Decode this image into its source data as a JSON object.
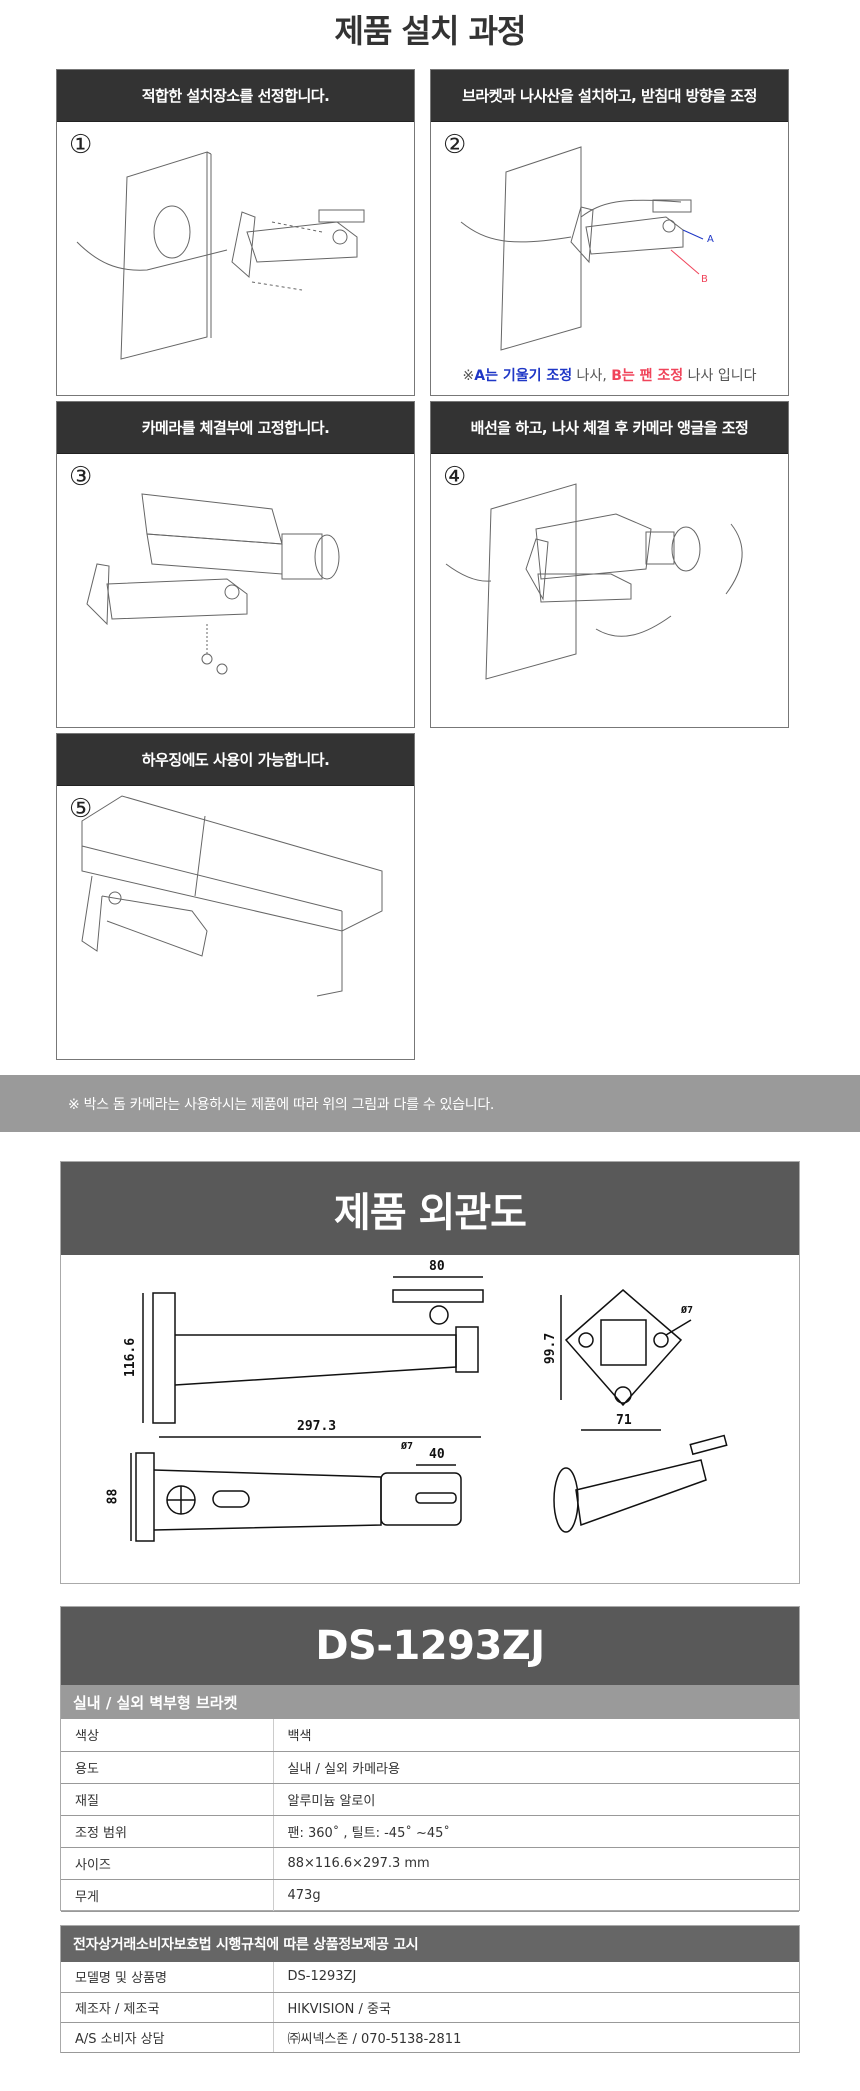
{
  "page_title": "제품 설치 과정",
  "steps": [
    {
      "number": "①",
      "title": "적합한 설치장소를 선정합니다."
    },
    {
      "number": "②",
      "title": "브라켓과 나사산을 설치하고, 받침대 방향을 조정",
      "note": {
        "prefix": "※",
        "a_part": "A는 기울기 조정",
        "mid": " 나사, ",
        "b_part": "B는 팬 조정",
        "suffix": " 나사 입니다"
      },
      "labels": {
        "a": "A",
        "b": "B"
      }
    },
    {
      "number": "③",
      "title": "카메라를 체결부에 고정합니다."
    },
    {
      "number": "④",
      "title": "배선을 하고, 나사 체결 후 카메라 앵글을 조정"
    },
    {
      "number": "⑤",
      "title": "하우징에도 사용이 가능합니다."
    }
  ],
  "notice_band": "※ 박스 돔 카메라는 사용하시는 제품에 따라 위의 그림과 다를 수 있습니다.",
  "exterior": {
    "title": "제품 외관도",
    "dimensions": {
      "side_height": "116.6",
      "side_length": "297.3",
      "mount_width": "80",
      "front_height": "99.7",
      "front_width": "71",
      "front_hole": "Ø7",
      "top_width": "88",
      "top_slot": "40",
      "top_hole": "Ø7"
    }
  },
  "spec": {
    "model": "DS-1293ZJ",
    "subtitle": "실내 / 실외 벽부형 브라켓",
    "rows": [
      {
        "label": "색상",
        "value": "백색"
      },
      {
        "label": "용도",
        "value": "실내 / 실외 카메라용"
      },
      {
        "label": "재질",
        "value": "알루미늄 알로이"
      },
      {
        "label": "조정 범위",
        "value": "팬: 360˚ , 틸트: -45˚ ~45˚"
      },
      {
        "label": "사이즈",
        "value": "88×116.6×297.3 mm"
      },
      {
        "label": "무게",
        "value": "473g"
      }
    ]
  },
  "notice": {
    "title": "전자상거래소비자보호법 시행규칙에 따른 상품정보제공 고시",
    "rows": [
      {
        "label": "모델명 및 상품명",
        "value": "DS-1293ZJ"
      },
      {
        "label": "제조자 / 제조국",
        "value": "HIKVISION / 중국"
      },
      {
        "label": "A/S 소비자 상담",
        "value": "㈜씨넥스존 / 070-5138-2811"
      }
    ]
  },
  "colors": {
    "step_header": "#333333",
    "section_header": "#595959",
    "band_gray": "#9a9a9a",
    "note_blue": "#1f37c6",
    "note_red": "#f0445a"
  }
}
